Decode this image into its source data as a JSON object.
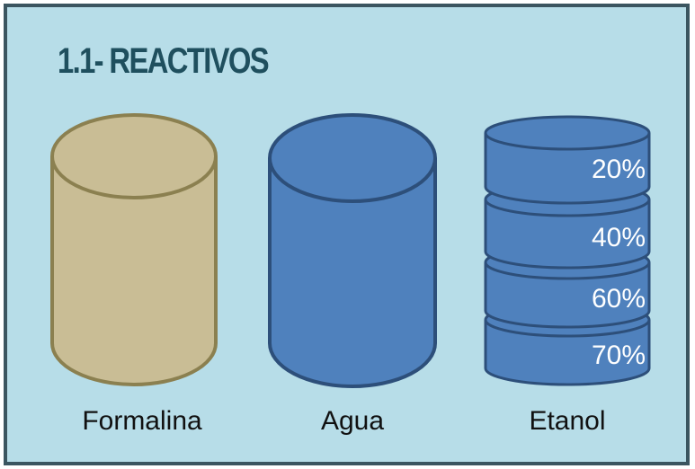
{
  "title": "1.1- REACTIVOS",
  "colors": {
    "panel_background": "#b7dde8",
    "panel_border": "#3b5560",
    "title_color": "#1f4f5e",
    "formalina_fill": "#c9bd95",
    "formalina_stroke": "#8b8050",
    "agua_fill": "#4f81bd",
    "agua_stroke": "#2d4f7a",
    "etanol_fill": "#4f81bd",
    "etanol_stroke": "#2d4f7a"
  },
  "reagents": [
    {
      "name": "Formalina",
      "icon": "cylinder-icon"
    },
    {
      "name": "Agua",
      "icon": "cylinder-icon"
    },
    {
      "name": "Etanol",
      "icon": "stacked-cylinder-icon",
      "concentrations": [
        "20%",
        "40%",
        "60%",
        "70%"
      ]
    }
  ]
}
